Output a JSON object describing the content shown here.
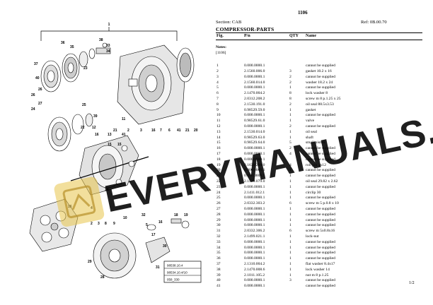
{
  "header": {
    "page_number": "1106",
    "section": "Section: CAB",
    "ref": "Ref: 0B.00.70",
    "title": "COMPRESSOR-PARTS"
  },
  "columns": {
    "fig": "Fig.",
    "pn": "P/n",
    "qty": "QTY",
    "name": "Name"
  },
  "notes": {
    "label": "Notes:",
    "value": "[1106]"
  },
  "parts": [
    {
      "fig": "1",
      "pn": "0.000.0000.1",
      "qty": "",
      "name": "cannot be supplied"
    },
    {
      "fig": "2",
      "pn": "2.1560.006.0",
      "qty": "3",
      "name": "gasket 10.2 x 16"
    },
    {
      "fig": "3",
      "pn": "0.000.0000.1",
      "qty": "2",
      "name": "cannot be supplied"
    },
    {
      "fig": "4",
      "pn": "2.1560.014.0",
      "qty": "2",
      "name": "washer 18.2 x 24"
    },
    {
      "fig": "5",
      "pn": "0.000.0000.1",
      "qty": "1",
      "name": "cannot be supplied"
    },
    {
      "fig": "6",
      "pn": "2.1470.004.2",
      "qty": "8",
      "name": "lock washer 8"
    },
    {
      "fig": "7",
      "pn": "2.0312.208.2",
      "qty": "8",
      "name": "screw m 8 p.1.25 x 25"
    },
    {
      "fig": "8",
      "pn": "2.1530.191.0",
      "qty": "2",
      "name": "oil seal 88.5x3.53"
    },
    {
      "fig": "9",
      "pn": "0.98529.59.0",
      "qty": "1",
      "name": "gasket"
    },
    {
      "fig": "10",
      "pn": "0.000.0000.1",
      "qty": "1",
      "name": "cannot be supplied"
    },
    {
      "fig": "11",
      "pn": "0.98529.61.0",
      "qty": "1",
      "name": "valve"
    },
    {
      "fig": "12",
      "pn": "0.000.0000.1",
      "qty": "2",
      "name": "cannot be supplied"
    },
    {
      "fig": "13",
      "pn": "2.1530.014.0",
      "qty": "1",
      "name": "oil seal"
    },
    {
      "fig": "14",
      "pn": "0.98529.63.0",
      "qty": "1",
      "name": "shaft"
    },
    {
      "fig": "15",
      "pn": "0.98529.64.0",
      "qty": "5",
      "name": "small piston"
    },
    {
      "fig": "16",
      "pn": "0.000.0000.1",
      "qty": "2",
      "name": "cannot be supplied"
    },
    {
      "fig": "17",
      "pn": "0.000.0000.1",
      "qty": "4",
      "name": "cannot be supplied"
    },
    {
      "fig": "18",
      "pn": "0.000.0000.1",
      "qty": "",
      "name": "cannot be supplied"
    },
    {
      "fig": "19",
      "pn": "2.1630.206.0",
      "qty": "4",
      "name": "roll pin 3x12"
    },
    {
      "fig": "20",
      "pn": "0.000.0000.1",
      "qty": "1",
      "name": "cannot be supplied"
    },
    {
      "fig": "21",
      "pn": "0.000.0000.1",
      "qty": "1",
      "name": "cannot be supplied"
    },
    {
      "fig": "22",
      "pn": "2.1530.079.0",
      "qty": "1",
      "name": "oil seal 29.82 x 2.62"
    },
    {
      "fig": "23",
      "pn": "0.000.0000.1",
      "qty": "1",
      "name": "cannot be supplied"
    },
    {
      "fig": "24",
      "pn": "2.1411.012.1",
      "qty": "1",
      "name": "circlip 30"
    },
    {
      "fig": "25",
      "pn": "0.000.0000.1",
      "qty": "1",
      "name": "cannot be supplied"
    },
    {
      "fig": "26",
      "pn": "2.0332.303.2",
      "qty": "6",
      "name": "screw m 5 p.0.8 x 10"
    },
    {
      "fig": "27",
      "pn": "0.000.0000.1",
      "qty": "1",
      "name": "cannot be supplied"
    },
    {
      "fig": "28",
      "pn": "0.000.0000.1",
      "qty": "1",
      "name": "cannot be supplied"
    },
    {
      "fig": "29",
      "pn": "0.000.0000.1",
      "qty": "1",
      "name": "cannot be supplied"
    },
    {
      "fig": "30",
      "pn": "0.000.0000.1",
      "qty": "1",
      "name": "cannot be supplied"
    },
    {
      "fig": "31",
      "pn": "2.0332.306.2",
      "qty": "6",
      "name": "screw m 5x0.8x16"
    },
    {
      "fig": "32",
      "pn": "2.1499.021.1",
      "qty": "1",
      "name": "lock-nut"
    },
    {
      "fig": "33",
      "pn": "0.000.0000.1",
      "qty": "1",
      "name": "cannot be supplied"
    },
    {
      "fig": "34",
      "pn": "0.000.0000.1",
      "qty": "1",
      "name": "cannot be supplied"
    },
    {
      "fig": "35",
      "pn": "0.000.0000.1",
      "qty": "1",
      "name": "cannot be supplied"
    },
    {
      "fig": "36",
      "pn": "0.000.0000.1",
      "qty": "1",
      "name": "cannot be supplied"
    },
    {
      "fig": "37",
      "pn": "2.1310.004.2",
      "qty": "1",
      "name": "flat washer 8.4x17"
    },
    {
      "fig": "38",
      "pn": "2.1470.008.6",
      "qty": "1",
      "name": "lock washer 14"
    },
    {
      "fig": "39",
      "pn": "2.1011.105.2",
      "qty": "1",
      "name": "nut m 8 p.1.25"
    },
    {
      "fig": "40",
      "pn": "0.000.0000.1",
      "qty": "3",
      "name": "cannot be supplied"
    },
    {
      "fig": "41",
      "pn": "0.000.0000.1",
      "qty": "",
      "name": "cannot be supplied"
    }
  ],
  "pager": "1/2",
  "watermark": "EVERYMANUALS.COM",
  "diagram": {
    "top_callout": "1",
    "callouts": [
      "36",
      "35",
      "38",
      "33",
      "34",
      "37",
      "23",
      "40",
      "26",
      "26",
      "27",
      "24",
      "25",
      "22",
      "39",
      "12",
      "16",
      "21",
      "2",
      "3",
      "16",
      "7",
      "6",
      "41",
      "21",
      "20",
      "11",
      "13",
      "41",
      "15",
      "15",
      "14",
      "16",
      "10",
      "9",
      "8",
      "3",
      "2",
      "4",
      "18",
      "19",
      "16",
      "17",
      "30",
      "31",
      "28",
      "29",
      "32",
      "5"
    ],
    "ref_box": {
      "lines": [
        "98538.10.4",
        "98534.10.4/10",
        "058_330"
      ]
    }
  }
}
